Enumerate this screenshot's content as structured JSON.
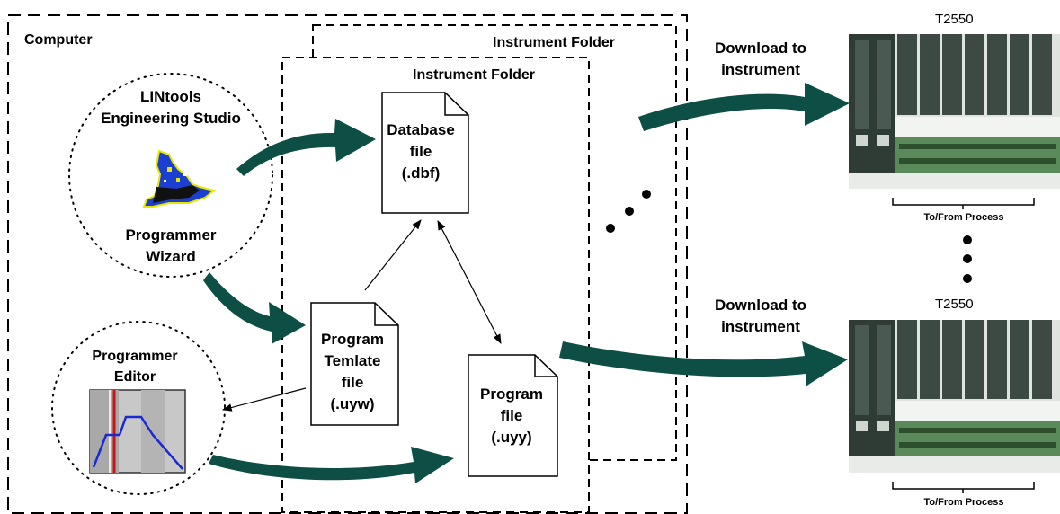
{
  "computer_label": "Computer",
  "instrument_folder_back_label": "Instrument Folder",
  "instrument_folder_front_label": "Instrument Folder",
  "engineering_studio": {
    "line1": "LINtools",
    "line2": "Engineering Studio"
  },
  "programmer_wizard": {
    "line1": "Programmer",
    "line2": "Wizard"
  },
  "programmer_editor": {
    "line1": "Programmer",
    "line2": "Editor"
  },
  "database_file": {
    "line1": "Database",
    "line2": "file",
    "line3": "(.dbf)"
  },
  "template_file": {
    "line1": "Program",
    "line2": "Temlate",
    "line3": "file",
    "line4": "(.uyw)"
  },
  "program_file": {
    "line1": "Program",
    "line2": "file",
    "line3": "(.uyy)"
  },
  "download_top": {
    "line1": "Download to",
    "line2": "instrument"
  },
  "download_bottom": {
    "line1": "Download to",
    "line2": "instrument"
  },
  "instrument_top": {
    "model": "T2550",
    "process_label": "To/From Process"
  },
  "instrument_bottom": {
    "model": "T2550",
    "process_label": "To/From Process"
  },
  "colors": {
    "arrow": "#0d4f45",
    "module_dark": "#2f3b35",
    "terminal_green": "#5a8a5a"
  },
  "icons": {
    "wizard": "wizard-hat-icon",
    "editor": "program-profile-icon"
  }
}
